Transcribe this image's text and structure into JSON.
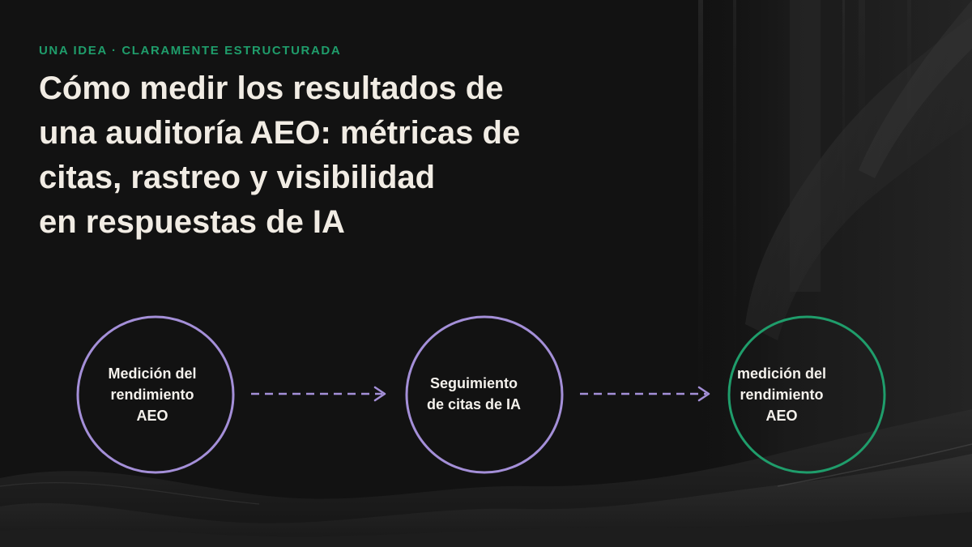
{
  "eyebrow": "UNA IDEA · CLARAMENTE ESTRUCTURADA",
  "title_lines": [
    "Cómo medir los resultados de",
    "una auditoría AEO: métricas de",
    "citas, rastreo y visibilidad",
    "en respuestas de IA"
  ],
  "flow": {
    "nodes": [
      {
        "label": "Medición del\nrendimiento\nAEO",
        "color": "#a48fd8"
      },
      {
        "label": "Seguimiento\nde citas de IA",
        "color": "#a48fd8"
      },
      {
        "label": "medición del\nrendimiento\nAEO",
        "color": "#1f9d6b"
      }
    ],
    "arrow_color": "#a48fd8"
  },
  "colors": {
    "background": "#121212",
    "eyebrow": "#1f9d6b",
    "title": "#f1ece4",
    "node_text": "#f4f1ec"
  }
}
